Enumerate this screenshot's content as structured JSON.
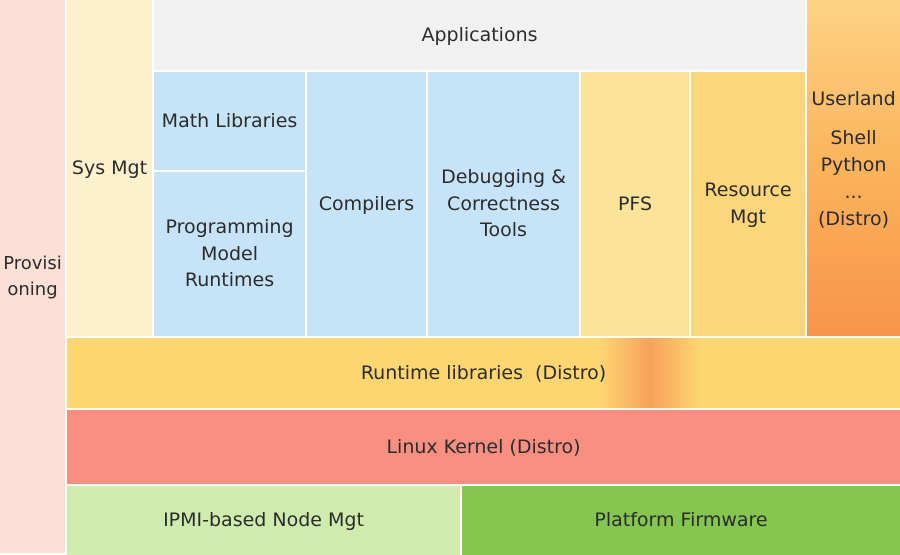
{
  "diagram": {
    "provisioning": "Provisi\noning",
    "sys_mgt": "Sys Mgt",
    "applications": "Applications",
    "math_libraries": "Math Libraries",
    "programming_model": "Programming\nModel\nRuntimes",
    "compilers": "Compilers",
    "debugging": "Debugging &\nCorrectness\nTools",
    "pfs": "PFS",
    "resource_mgt": "Resource\nMgt",
    "userland": "Userland",
    "userland_items": "Shell\nPython\n...\n(Distro)",
    "runtime_libraries": "Runtime libraries  (Distro)",
    "linux_kernel": "Linux Kernel (Distro)",
    "ipmi": "IPMI-based Node Mgt",
    "platform_firmware": "Platform Firmware"
  },
  "colors": {
    "provisioning": "#fde0d5",
    "sys_mgt": "#fdf0cd",
    "applications": "#f1f1f1",
    "dev_tools": "#c7e3f8",
    "pfs": "#fde29a",
    "resource_mgt": "#fdd57a",
    "userland": "#fbb35a",
    "runtime_libraries": "#fdd670",
    "linux_kernel": "#f88f80",
    "ipmi": "#cfebae",
    "platform_firmware": "#84c64f"
  }
}
